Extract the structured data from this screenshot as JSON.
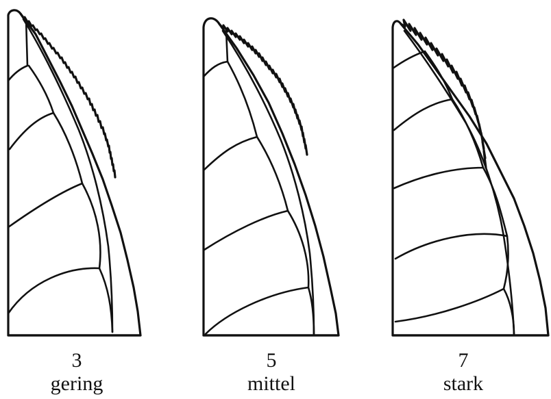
{
  "figures": [
    {
      "score": "3",
      "label": "gering",
      "serration": "weak"
    },
    {
      "score": "5",
      "label": "mittel",
      "serration": "medium"
    },
    {
      "score": "7",
      "label": "stark",
      "serration": "strong"
    }
  ]
}
